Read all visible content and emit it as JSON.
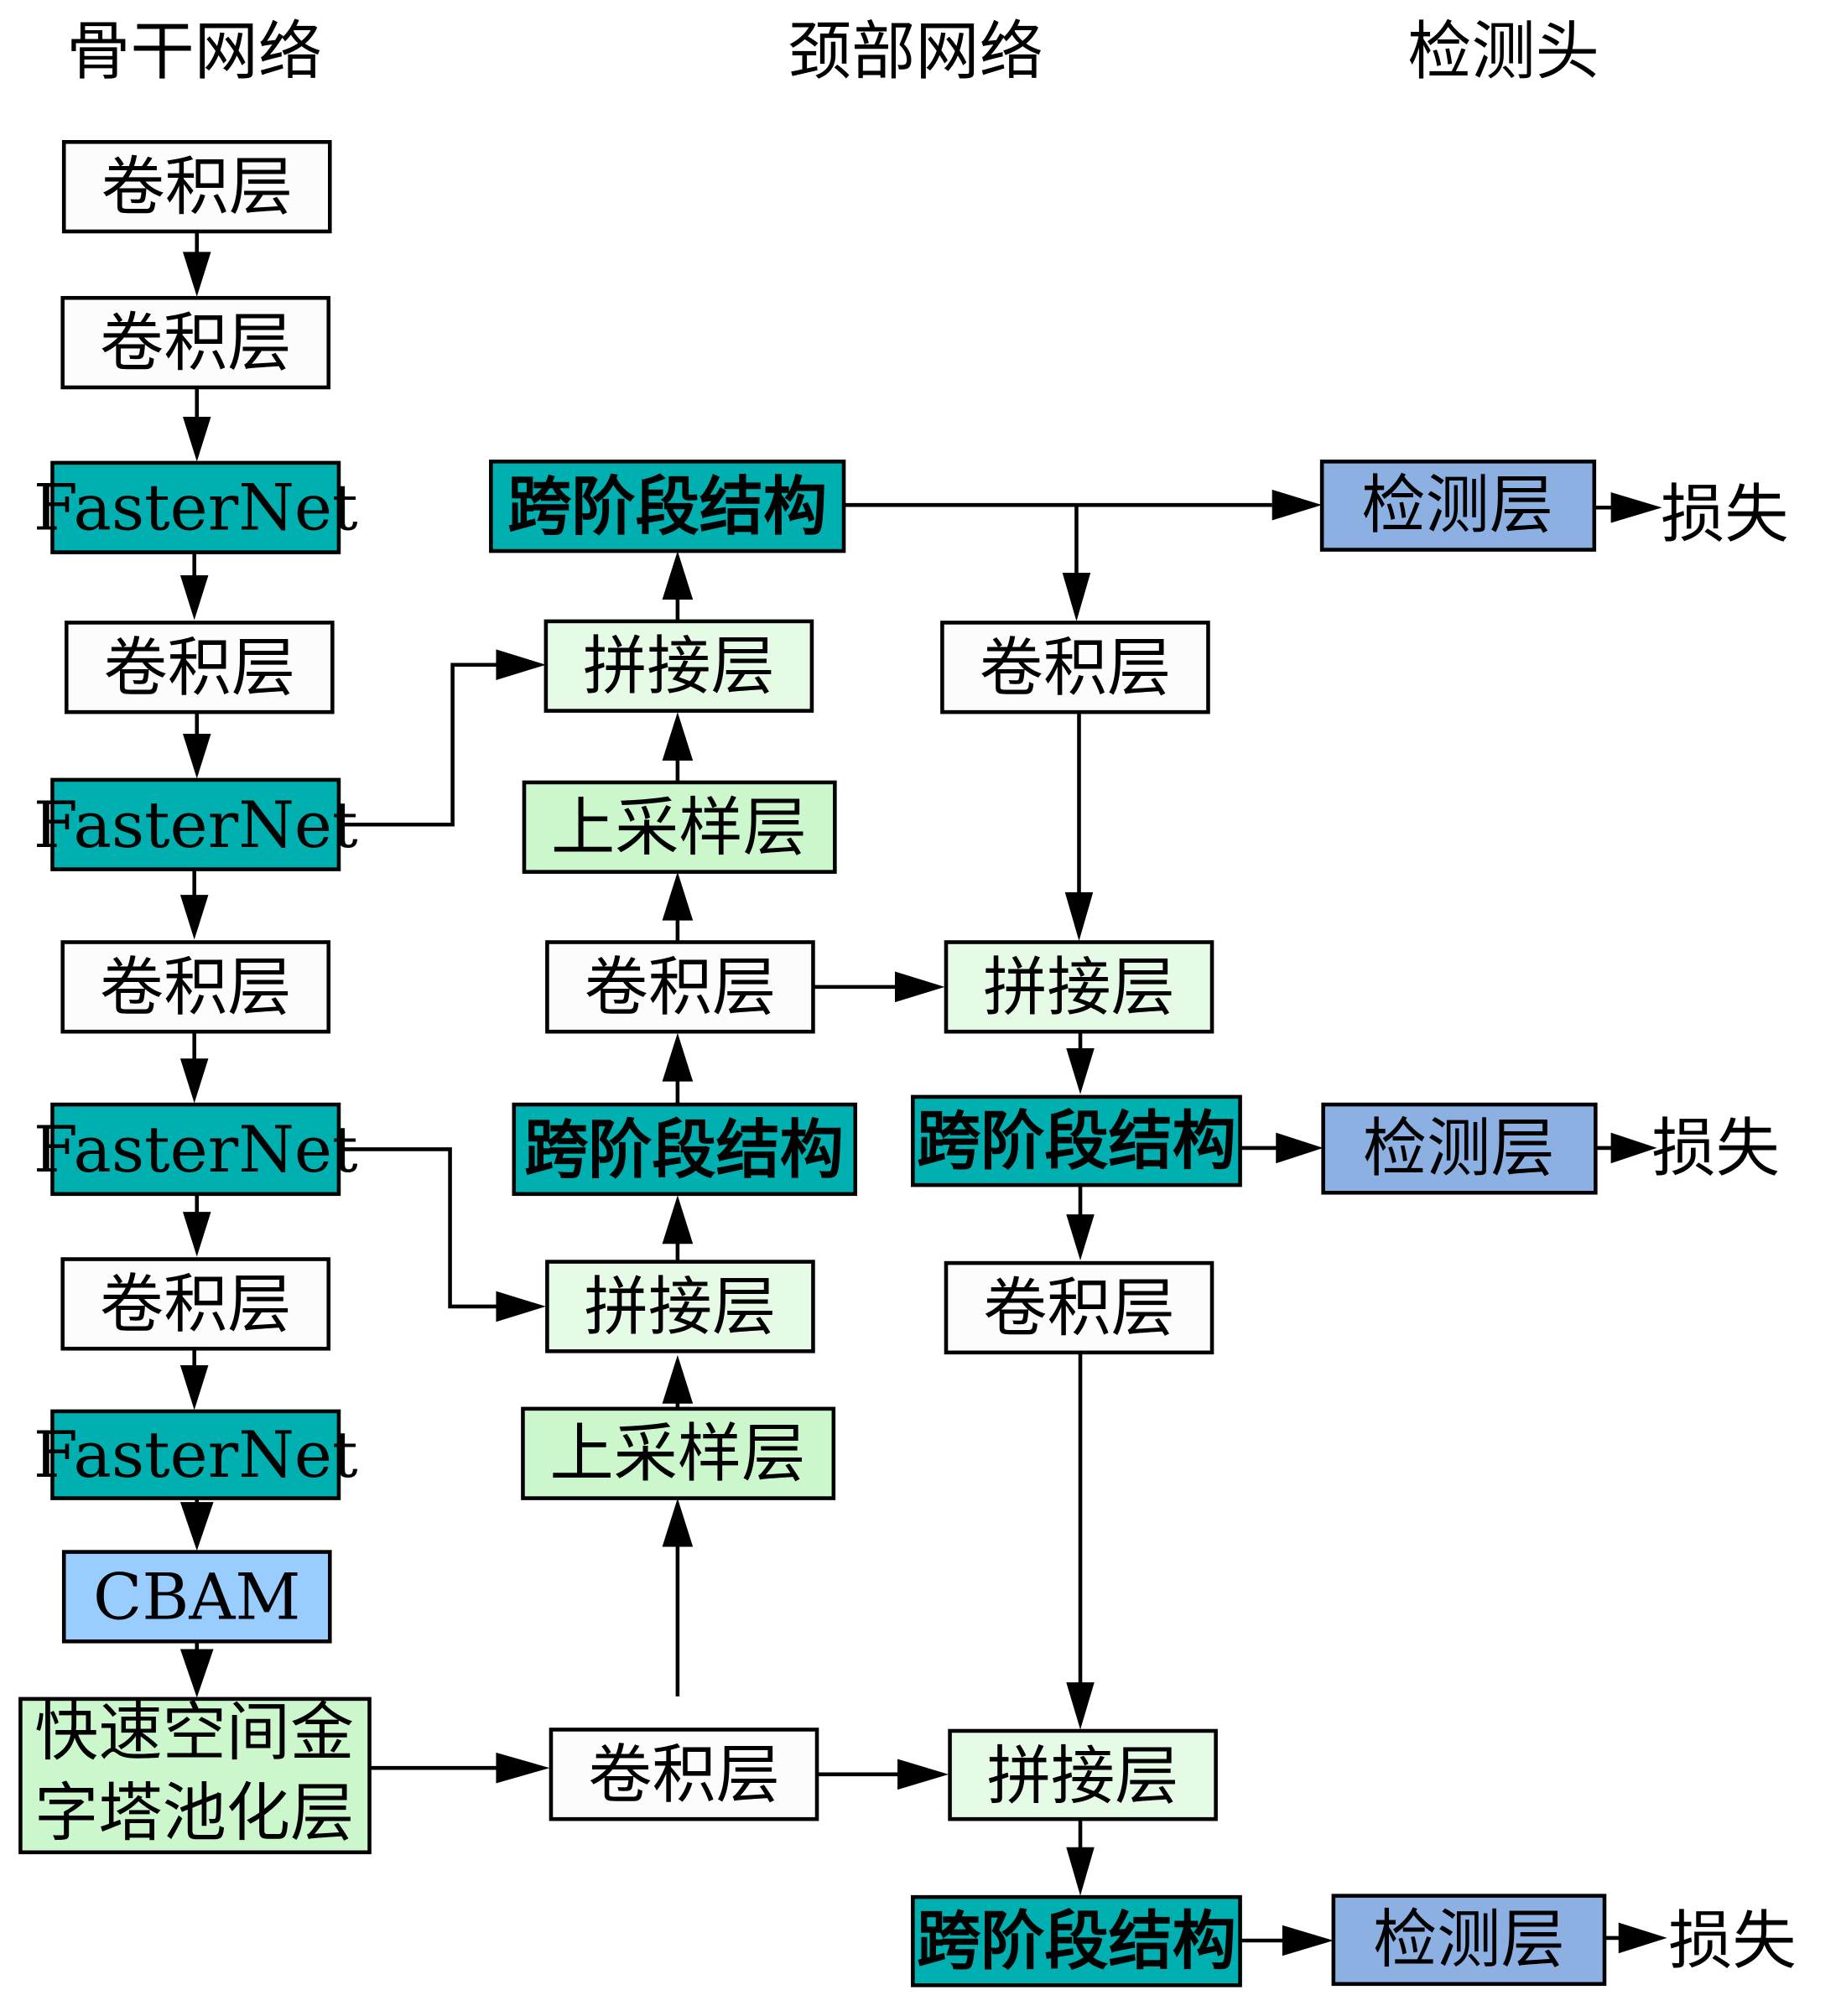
{
  "colors": {
    "conv": "#FCFCFC",
    "fasternet": "#00B0B0",
    "csp": "#00B0B0",
    "concat": "#E6FBE6",
    "upsample": "#CCF7CC",
    "cbam": "#99CCFF",
    "sppf": "#CCF7CC",
    "detect": "#8DB0E3"
  },
  "headers": {
    "backbone": "骨干网络",
    "neck": "颈部网络",
    "head": "检测头"
  },
  "nodes": [
    {
      "id": "b1",
      "type": "conv",
      "label": "卷积层",
      "column": "backbone"
    },
    {
      "id": "b2",
      "type": "conv",
      "label": "卷积层",
      "column": "backbone"
    },
    {
      "id": "b3",
      "type": "fasternet",
      "label": "FasterNet",
      "column": "backbone"
    },
    {
      "id": "b4",
      "type": "conv",
      "label": "卷积层",
      "column": "backbone"
    },
    {
      "id": "b5",
      "type": "fasternet",
      "label": "FasterNet",
      "column": "backbone"
    },
    {
      "id": "b6",
      "type": "conv",
      "label": "卷积层",
      "column": "backbone"
    },
    {
      "id": "b7",
      "type": "fasternet",
      "label": "FasterNet",
      "column": "backbone"
    },
    {
      "id": "b8",
      "type": "conv",
      "label": "卷积层",
      "column": "backbone"
    },
    {
      "id": "b9",
      "type": "fasternet",
      "label": "FasterNet",
      "column": "backbone"
    },
    {
      "id": "b10",
      "type": "cbam",
      "label": "CBAM",
      "column": "backbone"
    },
    {
      "id": "b11",
      "type": "sppf",
      "label": "快速空间金\n字塔池化层",
      "column": "backbone"
    },
    {
      "id": "n1",
      "type": "csp",
      "label": "跨阶段结构",
      "column": "neck"
    },
    {
      "id": "n2",
      "type": "concat",
      "label": "拼接层",
      "column": "neck"
    },
    {
      "id": "n3",
      "type": "upsample",
      "label": "上采样层",
      "column": "neck"
    },
    {
      "id": "n4",
      "type": "conv",
      "label": "卷积层",
      "column": "neck"
    },
    {
      "id": "n5",
      "type": "csp",
      "label": "跨阶段结构",
      "column": "neck"
    },
    {
      "id": "n6",
      "type": "concat",
      "label": "拼接层",
      "column": "neck"
    },
    {
      "id": "n7",
      "type": "upsample",
      "label": "上采样层",
      "column": "neck"
    },
    {
      "id": "n8",
      "type": "conv",
      "label": "卷积层",
      "column": "neck"
    },
    {
      "id": "m1",
      "type": "conv",
      "label": "卷积层",
      "column": "neck"
    },
    {
      "id": "m2",
      "type": "concat",
      "label": "拼接层",
      "column": "neck"
    },
    {
      "id": "m3",
      "type": "csp",
      "label": "跨阶段结构",
      "column": "neck"
    },
    {
      "id": "m4",
      "type": "conv",
      "label": "卷积层",
      "column": "neck"
    },
    {
      "id": "m5",
      "type": "concat",
      "label": "拼接层",
      "column": "neck"
    },
    {
      "id": "m6",
      "type": "csp",
      "label": "跨阶段结构",
      "column": "neck"
    },
    {
      "id": "d1",
      "type": "detect",
      "label": "检测层",
      "column": "head"
    },
    {
      "id": "d2",
      "type": "detect",
      "label": "检测层",
      "column": "head"
    },
    {
      "id": "d3",
      "type": "detect",
      "label": "检测层",
      "column": "head"
    }
  ],
  "outputs": [
    {
      "id": "l1",
      "label": "损失"
    },
    {
      "id": "l2",
      "label": "损失"
    },
    {
      "id": "l3",
      "label": "损失"
    }
  ],
  "edges": [
    [
      "b1",
      "b2"
    ],
    [
      "b2",
      "b3"
    ],
    [
      "b3",
      "b4"
    ],
    [
      "b4",
      "b5"
    ],
    [
      "b5",
      "b6"
    ],
    [
      "b6",
      "b7"
    ],
    [
      "b7",
      "b8"
    ],
    [
      "b8",
      "b9"
    ],
    [
      "b9",
      "b10"
    ],
    [
      "b10",
      "b11"
    ],
    [
      "b11",
      "n8"
    ],
    [
      "n8",
      "n7"
    ],
    [
      "n7",
      "n6"
    ],
    [
      "b7",
      "n6"
    ],
    [
      "n6",
      "n5"
    ],
    [
      "n5",
      "n4"
    ],
    [
      "n4",
      "n3"
    ],
    [
      "n3",
      "n2"
    ],
    [
      "b5",
      "n2"
    ],
    [
      "n2",
      "n1"
    ],
    [
      "n1",
      "d1"
    ],
    [
      "n1",
      "m1"
    ],
    [
      "m1",
      "m2"
    ],
    [
      "n4",
      "m2"
    ],
    [
      "m2",
      "m3"
    ],
    [
      "m3",
      "d2"
    ],
    [
      "m3",
      "m4"
    ],
    [
      "m4",
      "m5"
    ],
    [
      "n8",
      "m5"
    ],
    [
      "m5",
      "m6"
    ],
    [
      "m6",
      "d3"
    ],
    [
      "d1",
      "l1"
    ],
    [
      "d2",
      "l2"
    ],
    [
      "d3",
      "l3"
    ]
  ]
}
